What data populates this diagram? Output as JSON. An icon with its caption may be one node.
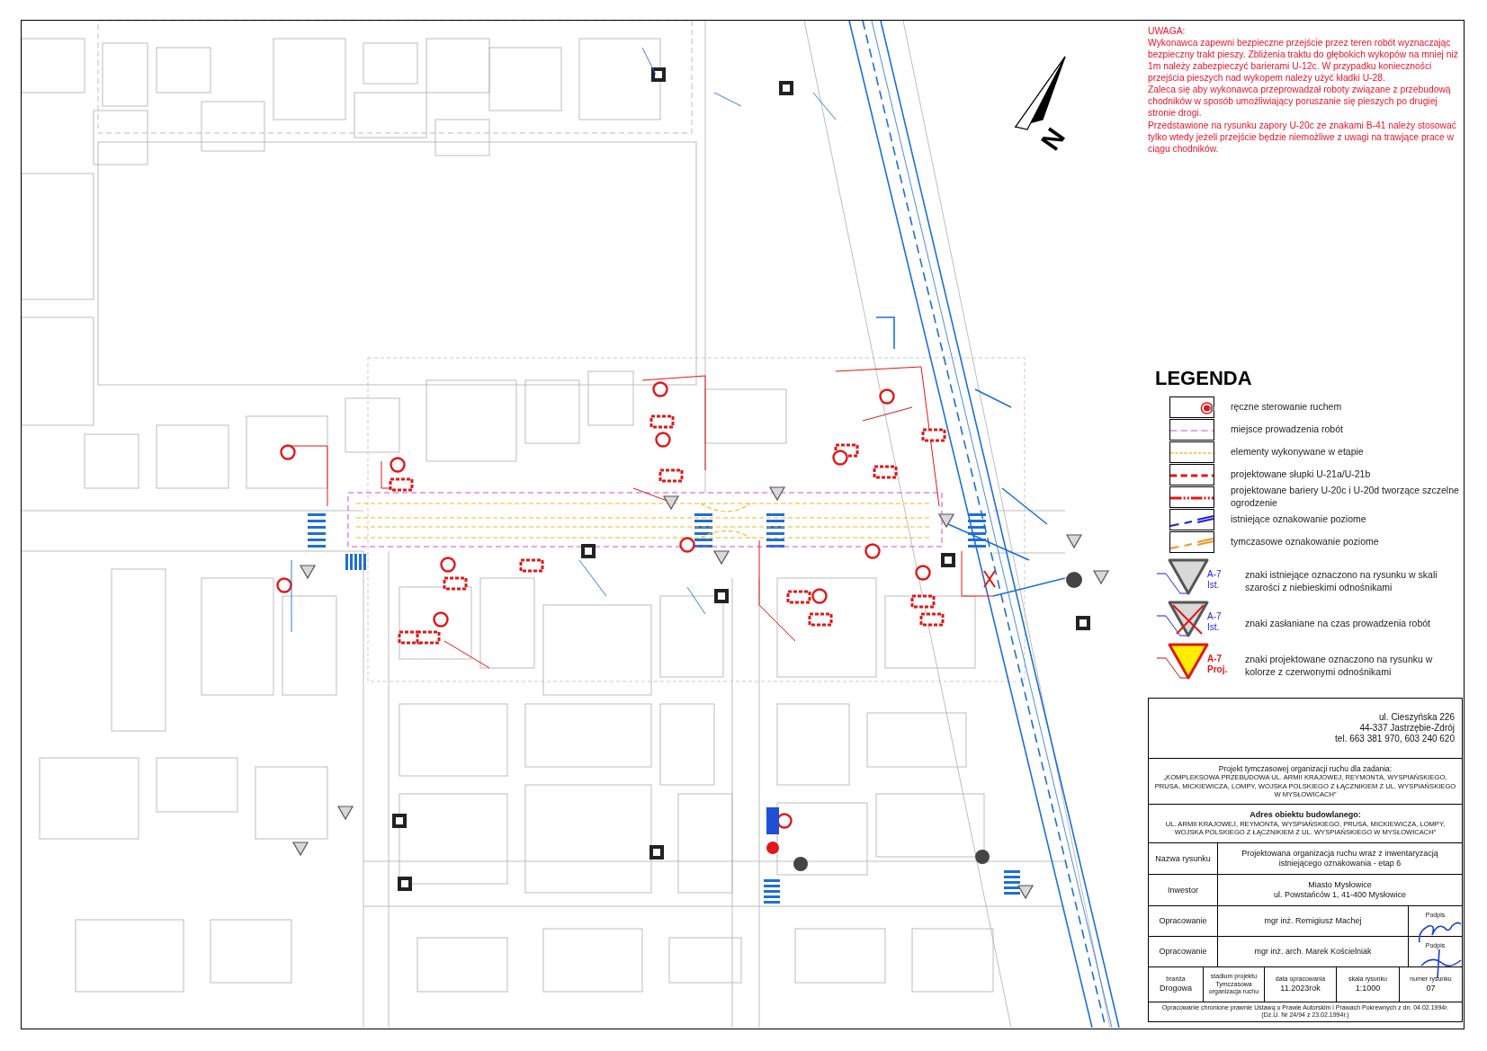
{
  "diagram": {
    "labels": [
      "N",
      "UWAGA:",
      "Wykonawca zapewni bezpieczne przejście przez teren robót wyznaczając bezpieczny trakt pieszy. Zbliżenia traktu do głębokich wykopów na mniej niż 1m należy zabezpieczyć barierami U-12c. W przypadku konieczności przejścia pieszych nad wykopem należy użyć kładki U-28.",
      "Zaleca się aby wykonawca przeprowadzał roboty związane z przebudową chodników w sposób umożliwiający poruszanie się pieszych po drugiej stronie drogi.",
      "Przedstawione na rysunku zapory U-20c ze znakami B-41 należy stosować tylko wtedy jeżeli przejście będzie niemożliwe z uwagi na trawjące prace w ciągu chodników.",
      "LEGENDA",
      "A-7",
      "Ist.",
      "A-7",
      "Ist.",
      "A-7",
      "Proj.",
      "ul. Cieszyńska 226",
      "44-337 Jastrzębie-Zdrój",
      "tel. 663 381 970, 603 240 620",
      "Projekt tymczasowej organizacji ruchu dla zadania:",
      "„KOMPLEKSOWA PRZEBUDOWA UL. ARMII KRAJOWEJ, REYMONTA, WYSPIAŃSKIEGO, PRUSA, MICKIEWICZA, LOMPY, WOJSKA POLSKIEGO Z ŁĄCZNIKIEM Z UL. WYSPIAŃSKIEGO W MYSŁOWICACH”",
      "Adres obiektu budowlanego:",
      "UL. ARMII KRAJOWEJ, REYMONTA, WYSPIAŃSKIEGO, PRUSA, MICKIEWICZA, LOMPY, WOJSKA POLSKIEGO Z ŁĄCZNIKIEM Z UL. WYSPIAŃSKIEGO W MYSŁOWICACH”",
      "Nazwa rysunku",
      "Projektowana organizacja ruchu wraz z inwentaryzacją istniejącego oznakowania - etap 6",
      "Inwestor",
      "Miasto Mysłowice",
      "ul. Powstańców 1, 41-400 Mysłowice",
      "Opracowanie",
      "mgr inż. Remigiusz Machej",
      "Podpis",
      "Opracowanie",
      "mgr inż. arch. Marek Kościelniak",
      "Podpis",
      "branża",
      "stadium projektu",
      "data opracowania",
      "skala rysunku",
      "numer rysunku",
      "Drogowa",
      "Tymczasowa organizacja ruchu",
      "11.2023rok",
      "1:1000",
      "07",
      "Opracowanie chronione prawnie Ustawą o Prawie Autorskim i Prawach Pokrewnych z dn. 04.02.1994r. (Dz.U. Nr 24/94 z 23.02.1994r.)"
    ],
    "legend": [
      {
        "text": "ręczne sterowanie ruchem"
      },
      {
        "text": "miejsce prowadzenia robót"
      },
      {
        "text": "elementy wykonywane w etapie"
      },
      {
        "text": "projektowane słupki U-21a/U-21b"
      },
      {
        "text": "projektowane bariery U-20c i U-20d tworzące szczelne ogrodzenie"
      },
      {
        "text": "istniejące oznakowanie poziome"
      },
      {
        "text": "tymczasowe oznakowanie poziome"
      },
      {
        "text": "znaki istniejące oznaczono na rysunku w skali szarości z niebieskimi odnośnikami"
      },
      {
        "text": "znaki zasłaniane na czas prowadzenia robót"
      },
      {
        "text": "znaki projektowane oznaczono na rysunku w kolorze z czerwonymi odnośnikami"
      }
    ]
  }
}
